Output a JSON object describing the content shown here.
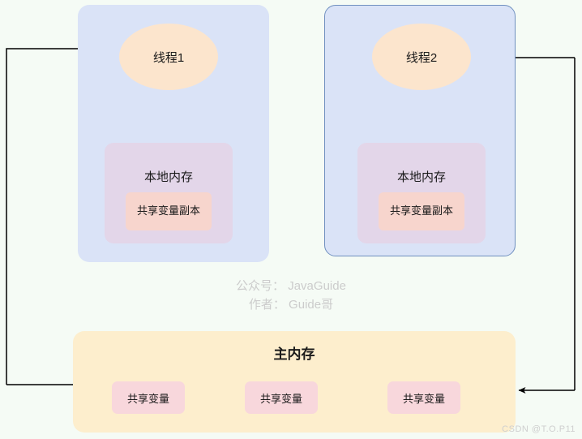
{
  "background_color": "#f5fbf5",
  "diagram": {
    "title_text_colors": {
      "thread_fill": "#fce5cd",
      "thread_container_fill": "#dae3f7",
      "thread_container_border": "#7090c0",
      "local_memory_fill": "#e3d6e9",
      "shared_var_copy_fill": "#f7d5cd",
      "main_memory_fill": "#fdeecd",
      "shared_var_fill": "#f8d7dc",
      "arrow_color": "#000000"
    },
    "threads": [
      {
        "id": "thread-1",
        "label": "线程1",
        "local_memory_label": "本地内存",
        "shared_variable_copy_label": "共享变量副本"
      },
      {
        "id": "thread-2",
        "label": "线程2",
        "local_memory_label": "本地内存",
        "shared_variable_copy_label": "共享变量副本"
      }
    ],
    "main_memory": {
      "label": "主内存",
      "shared_variables": [
        {
          "label": "共享变量"
        },
        {
          "label": "共享变量"
        },
        {
          "label": "共享变量"
        }
      ]
    },
    "watermark": {
      "line1": "公众号： JavaGuide",
      "line2": "作者： Guide哥",
      "csdn": "CSDN @T.O.P11"
    }
  }
}
